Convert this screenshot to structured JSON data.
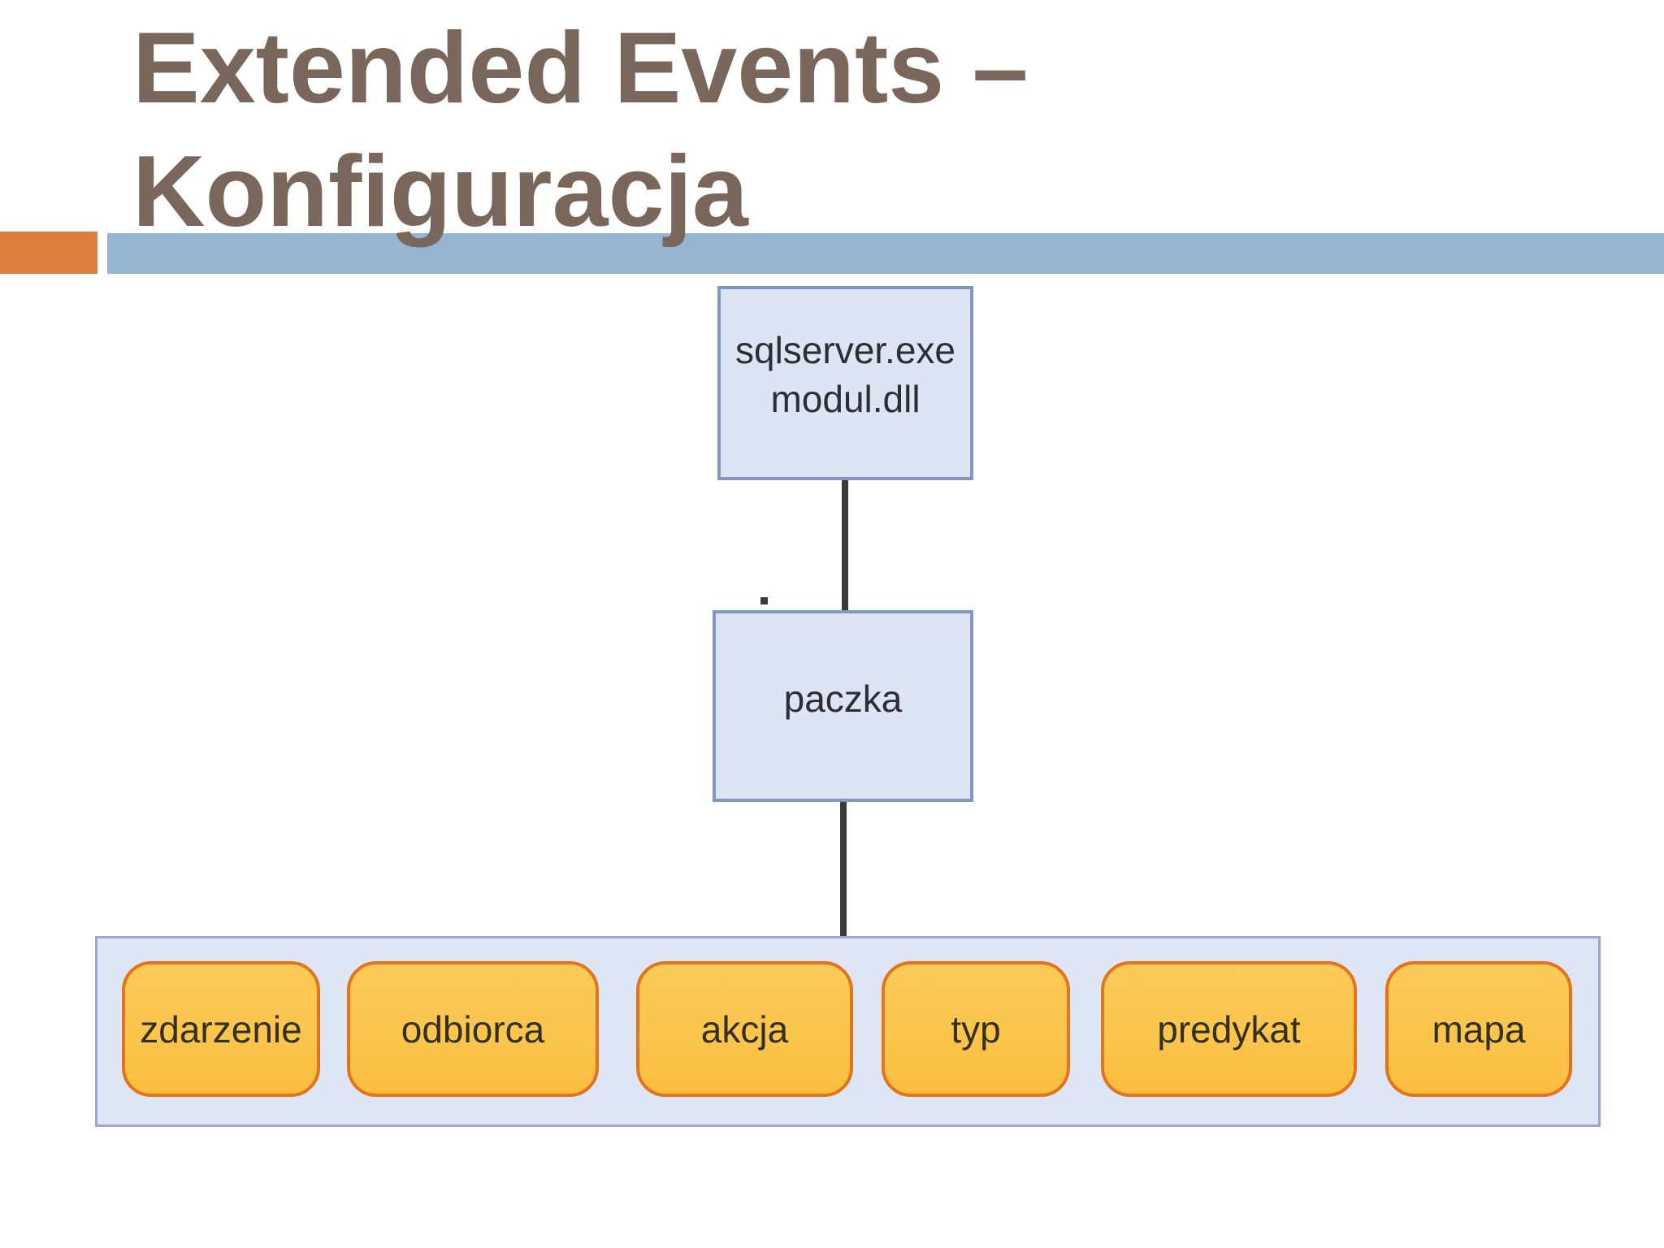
{
  "slide": {
    "title_line1": "Extended Events –",
    "title_line2": "Konfiguracja"
  },
  "diagram": {
    "root_box": {
      "line1": "sqlserver.exe",
      "line2": "modul.dll"
    },
    "package_box": {
      "label": "paczka"
    },
    "components": [
      {
        "label": "zdarzenie"
      },
      {
        "label": "odbiorca"
      },
      {
        "label": "akcja"
      },
      {
        "label": "typ"
      },
      {
        "label": "predykat"
      },
      {
        "label": "mapa"
      }
    ]
  },
  "colors": {
    "title_text": "#7a675c",
    "accent_orange": "#de7d3d",
    "accent_blue": "#95b5d3",
    "node_fill": "#dde4f3",
    "node_border": "#8097c6",
    "node_text": "#2b2e35",
    "container_fill": "#dee5f5",
    "container_border": "#9ca6d3",
    "chip_fill": "#fbc54d",
    "chip_border": "#e2741d",
    "chip_text": "#34301f",
    "connector": "#3a3a3c"
  }
}
